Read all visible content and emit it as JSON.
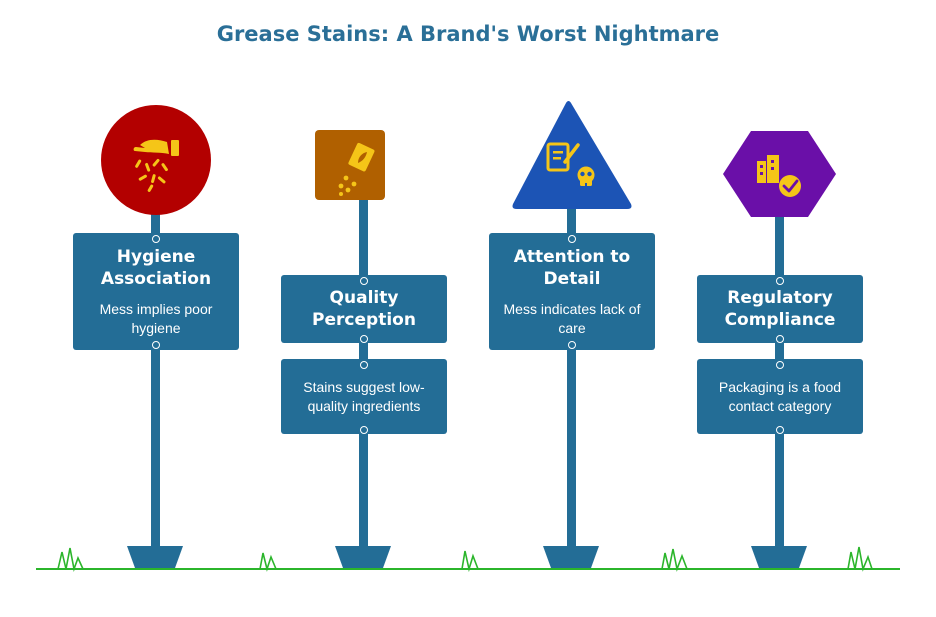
{
  "title": "Grease Stains: A Brand's Worst Nightmare",
  "signs": [
    {
      "heading": "Hygiene Association",
      "description": "Mess implies poor hygiene",
      "icon": "hand-sprinkle-icon",
      "shape": "circle",
      "color": "#b30000"
    },
    {
      "heading": "Quality Perception",
      "description": "Stains suggest low-quality ingredients",
      "icon": "seed-packet-icon",
      "shape": "rounded-square",
      "color": "#b06000"
    },
    {
      "heading": "Attention to Detail",
      "description": "Mess indicates lack of care",
      "icon": "checklist-skull-icon",
      "shape": "triangle",
      "color": "#1c54b5"
    },
    {
      "heading": "Regulatory Compliance",
      "description": "Packaging is a food contact category",
      "icon": "building-check-icon",
      "shape": "hexagon",
      "color": "#6a0fa8"
    }
  ],
  "colors": {
    "title": "#2a6f97",
    "panel": "#236d96",
    "grass": "#2bb52b",
    "icon_accent": "#f5c518"
  }
}
